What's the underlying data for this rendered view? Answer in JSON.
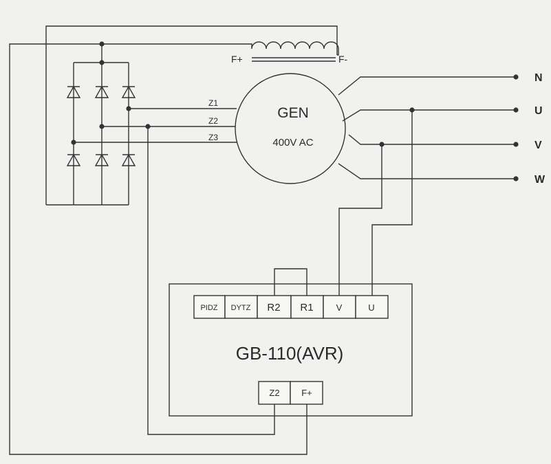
{
  "generator": {
    "name": "GEN",
    "rating": "400V AC"
  },
  "field": {
    "plus": "F+",
    "minus": "F-"
  },
  "phase_taps": [
    "Z1",
    "Z2",
    "Z3"
  ],
  "outputs": [
    "N",
    "U",
    "V",
    "W"
  ],
  "avr": {
    "title": "GB-110(AVR)",
    "top_terminals": [
      "PIDZ",
      "DYTZ",
      "R2",
      "R1",
      "V",
      "U"
    ],
    "bottom_terminals": [
      "Z2",
      "F+"
    ]
  }
}
